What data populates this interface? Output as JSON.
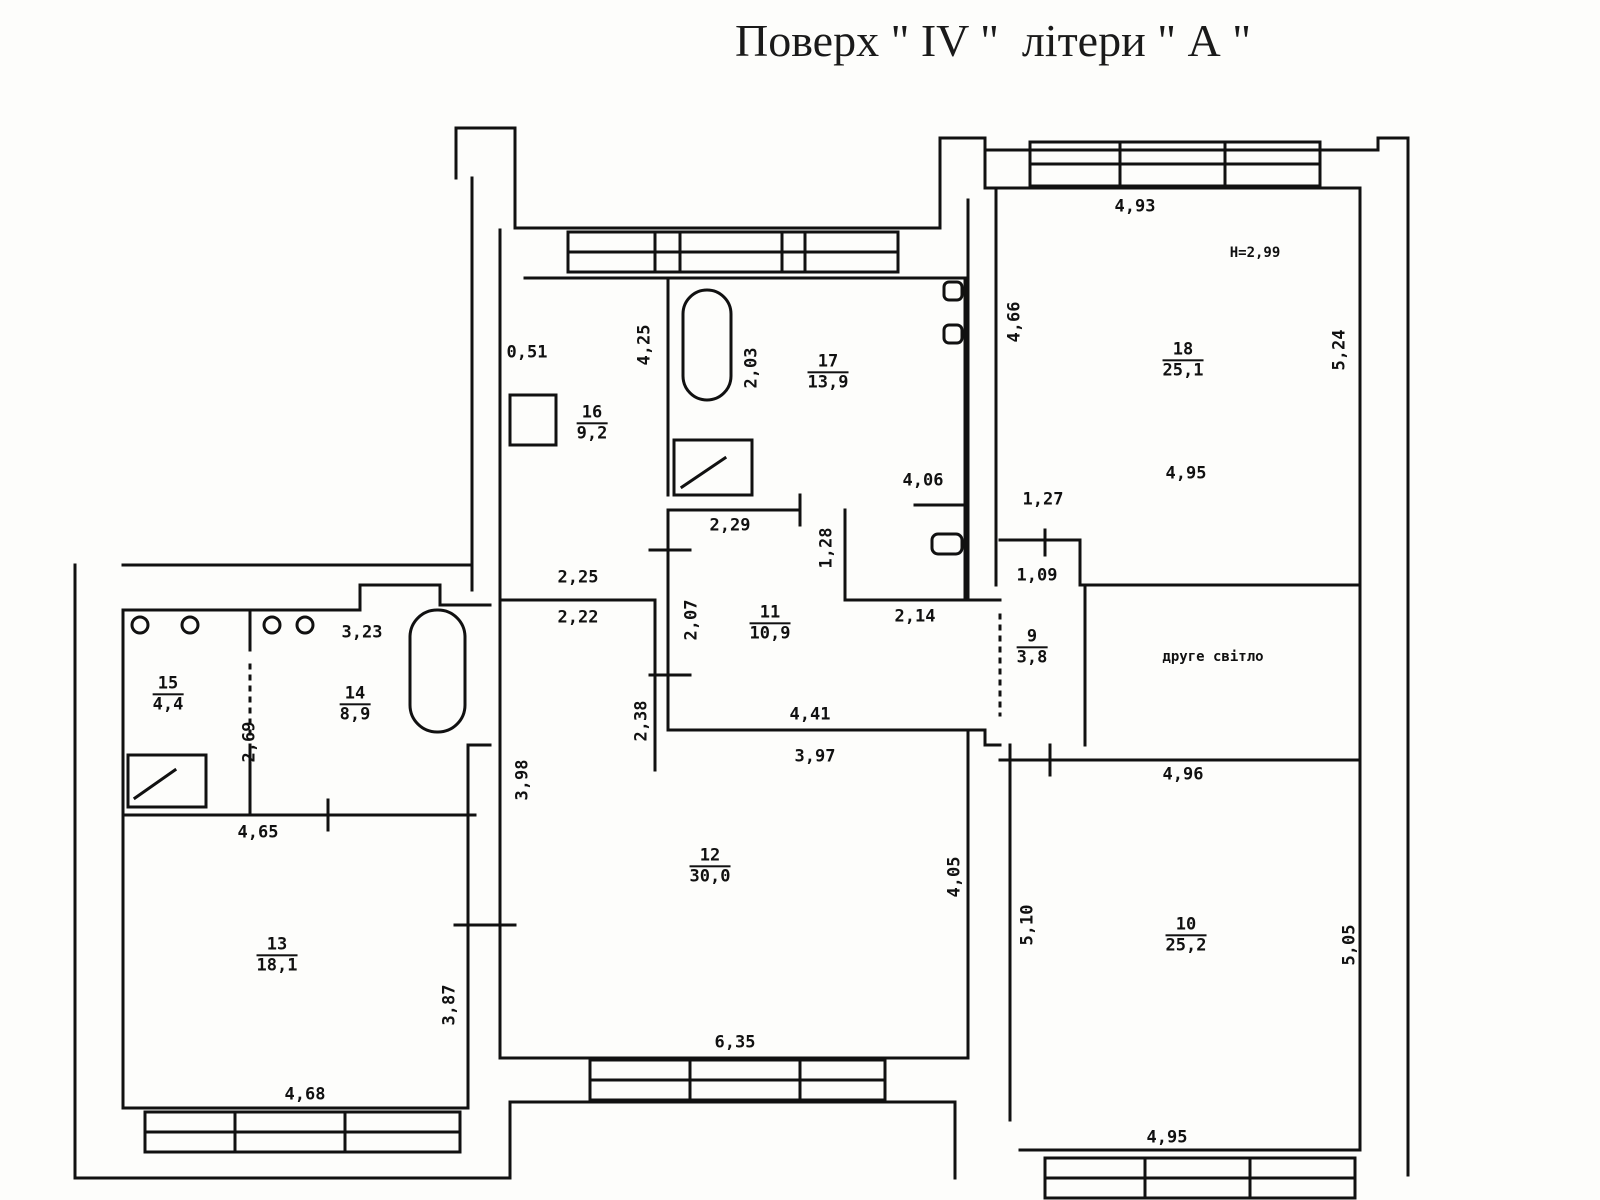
{
  "title": "Поверх \" IV \"  літери \" А \"",
  "height_note": "H=2,99",
  "light_note": "друге світло",
  "rooms": [
    {
      "num": "9",
      "area": "3,8"
    },
    {
      "num": "10",
      "area": "25,2"
    },
    {
      "num": "11",
      "area": "10,9"
    },
    {
      "num": "12",
      "area": "30,0"
    },
    {
      "num": "13",
      "area": "18,1"
    },
    {
      "num": "14",
      "area": "8,9"
    },
    {
      "num": "15",
      "area": "4,4"
    },
    {
      "num": "16",
      "area": "9,2"
    },
    {
      "num": "17",
      "area": "13,9"
    },
    {
      "num": "18",
      "area": "25,1"
    }
  ],
  "dimensions": {
    "d_4_93": "4,93",
    "d_4_66": "4,66",
    "d_5_24": "5,24",
    "d_4_95_top": "4,95",
    "d_1_27": "1,27",
    "d_1_09": "1,09",
    "d_4_25": "4,25",
    "d_2_03": "2,03",
    "d_0_51": "0,51",
    "d_4_06": "4,06",
    "d_2_29": "2,29",
    "d_1_28": "1,28",
    "d_2_25": "2,25",
    "d_2_22": "2,22",
    "d_2_07": "2,07",
    "d_2_14": "2,14",
    "d_3_23": "3,23",
    "d_2_69": "2,69",
    "d_2_38": "2,38",
    "d_4_41": "4,41",
    "d_3_97": "3,97",
    "d_4_96": "4,96",
    "d_4_65": "4,65",
    "d_3_98": "3,98",
    "d_4_05": "4,05",
    "d_5_10": "5,10",
    "d_5_05": "5,05",
    "d_3_87": "3,87",
    "d_6_35": "6,35",
    "d_4_68": "4,68",
    "d_4_95_bot": "4,95"
  }
}
